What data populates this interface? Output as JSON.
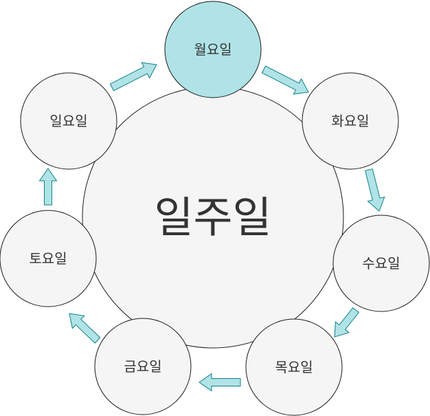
{
  "center": {
    "label": "일주일"
  },
  "days": [
    {
      "id": "monday",
      "label": "월요일",
      "highlighted": true
    },
    {
      "id": "tuesday",
      "label": "화요일",
      "highlighted": false
    },
    {
      "id": "wednesday",
      "label": "수요일",
      "highlighted": false
    },
    {
      "id": "thursday",
      "label": "목요일",
      "highlighted": false
    },
    {
      "id": "friday",
      "label": "금요일",
      "highlighted": false
    },
    {
      "id": "saturday",
      "label": "토요일",
      "highlighted": false
    },
    {
      "id": "sunday",
      "label": "일요일",
      "highlighted": false
    }
  ],
  "colors": {
    "node_fill": "#f5f5f5",
    "highlight_fill": "#b0e3e6",
    "arrow_fill": "#b0e3e6",
    "arrow_stroke": "#0e8088",
    "outline": "#1a1a1a"
  }
}
